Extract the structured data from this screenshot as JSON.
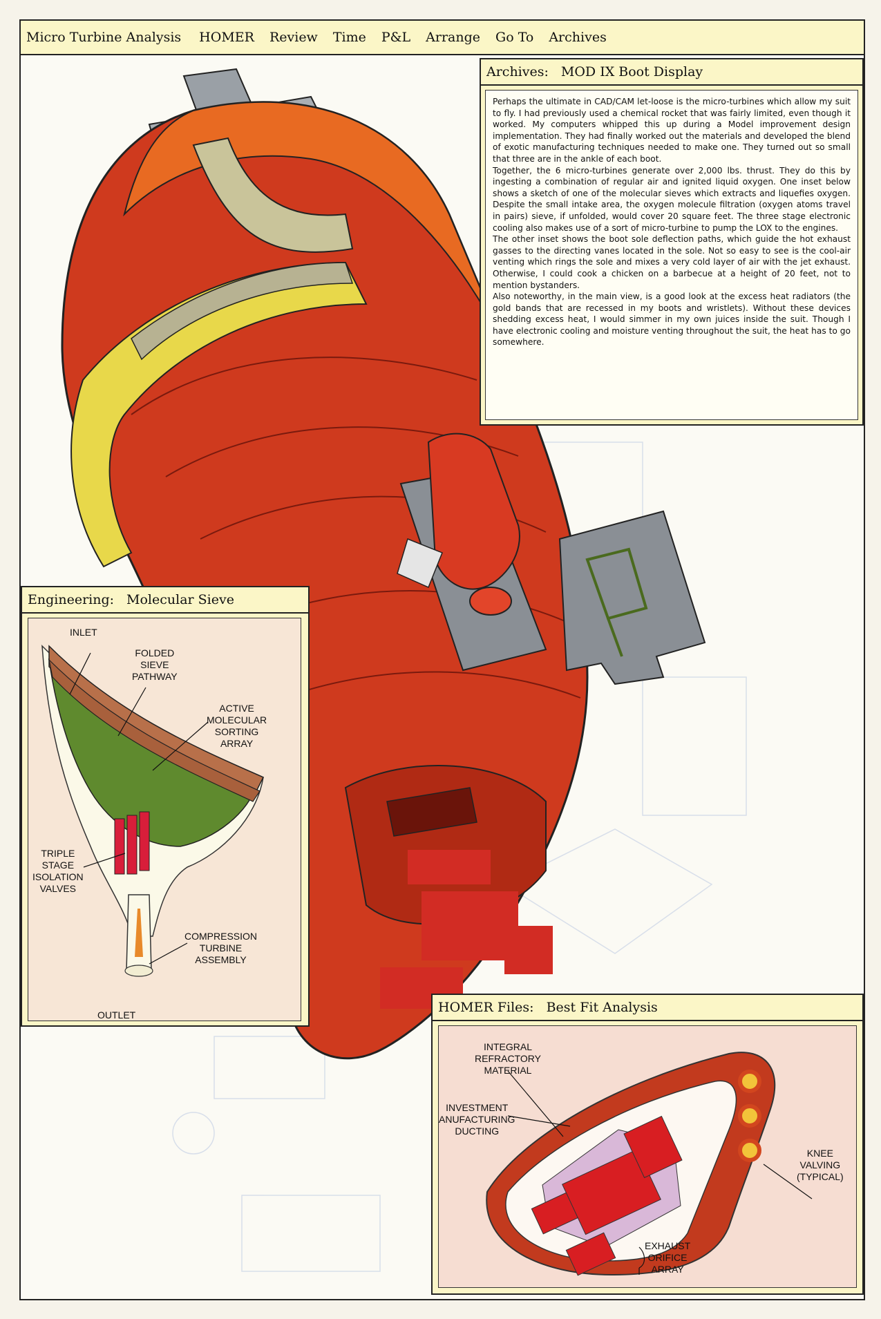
{
  "menubar": {
    "items": [
      "Micro Turbine Analysis",
      "HOMER",
      "Review",
      "Time",
      "P&L",
      "Arrange",
      "Go To",
      "Archives"
    ]
  },
  "archives": {
    "title_left": "Archives:",
    "title_right": "MOD IX Boot Display",
    "paragraphs": [
      "Perhaps the ultimate in CAD/CAM let-loose is the micro-turbines which allow my suit to fly. I had previously used a chemical rocket that was fairly limited, even though it worked. My computers whipped this up during a Model improvement design implementation. They had finally worked out the materials and developed the blend of exotic manufacturing techniques needed to make one. They turned out so small that three are in the ankle of each boot.",
      "Together, the 6 micro-turbines generate over 2,000 lbs. thrust. They do this by ingesting a combination of regular air and ignited liquid oxygen. One inset below shows a sketch of one of the molecular sieves which extracts and liquefies oxygen. Despite the small intake area, the oxygen molecule filtration (oxygen atoms travel in pairs) sieve, if unfolded, would cover 20 square feet. The three stage electronic cooling also makes use of a sort of micro-turbine to pump the LOX to the engines.",
      "The other inset shows the boot sole deflection paths, which guide the hot exhaust gasses to the directing vanes located in the sole. Not so easy to see is the cool-air venting which rings the sole and mixes a very cold layer of air with the jet exhaust. Otherwise, I could cook a chicken on a barbecue at a height of 20 feet, not to mention bystanders.",
      "Also noteworthy, in the main view, is a good look at the excess heat radiators (the gold bands that are recessed in my boots and wristlets). Without these devices shedding excess heat, I would simmer in my own juices inside the suit. Though I have electronic cooling and moisture venting throughout the suit, the heat has to go somewhere."
    ]
  },
  "engineering": {
    "title_left": "Engineering:",
    "title_right": "Molecular Sieve",
    "labels": {
      "inlet": "INLET",
      "folded": "FOLDED\nSIEVE\nPATHWAY",
      "active": "ACTIVE\nMOLECULAR\nSORTING\nARRAY",
      "triple": "TRIPLE\nSTAGE\nISOLATION\nVALVES",
      "compression": "COMPRESSION\nTURBINE\nASSEMBLY",
      "outlet": "OUTLET"
    }
  },
  "homer": {
    "title_left": "HOMER Files:",
    "title_right": "Best Fit Analysis",
    "labels": {
      "integral": "INTEGRAL\nREFRACTORY\nMATERIAL",
      "investment": "INVESTMENT\nANUFACTURING\nDUCTING",
      "knee": "KNEE\nVALVING\n(TYPICAL)",
      "exhaust": "EXHAUST\nORIFICE\nARRAY"
    }
  },
  "colors": {
    "panel_title_bg": "#fbf6c7",
    "boot_red": "#c8321c",
    "boot_orange": "#e8641e",
    "radiator_gold": "#e8d84a",
    "sieve_green": "#5f8a2e"
  }
}
